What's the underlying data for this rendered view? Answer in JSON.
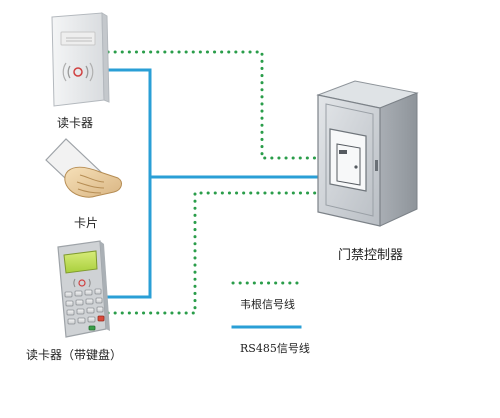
{
  "devices": {
    "reader_top": {
      "label": "读卡器",
      "icon": "card-reader-icon"
    },
    "card": {
      "label": "卡片",
      "icon": "hand-holding-card-icon"
    },
    "reader_keypad": {
      "label": "读卡器（带键盘）",
      "icon": "keypad-card-reader-icon"
    },
    "controller": {
      "label": "门禁控制器",
      "icon": "access-controller-cabinet-icon"
    }
  },
  "legend": {
    "wiegand": {
      "label": "韦根信号线",
      "style": "dotted",
      "color": "#2a9d4a"
    },
    "rs485": {
      "label": "RS485信号线",
      "style": "solid",
      "color": "#2a9fd6"
    }
  },
  "colors": {
    "wiegand_line": "#2a9d4a",
    "rs485_line": "#2a9fd6",
    "cabinet": "#c9ced3",
    "device_body": "#e6e8ea"
  }
}
